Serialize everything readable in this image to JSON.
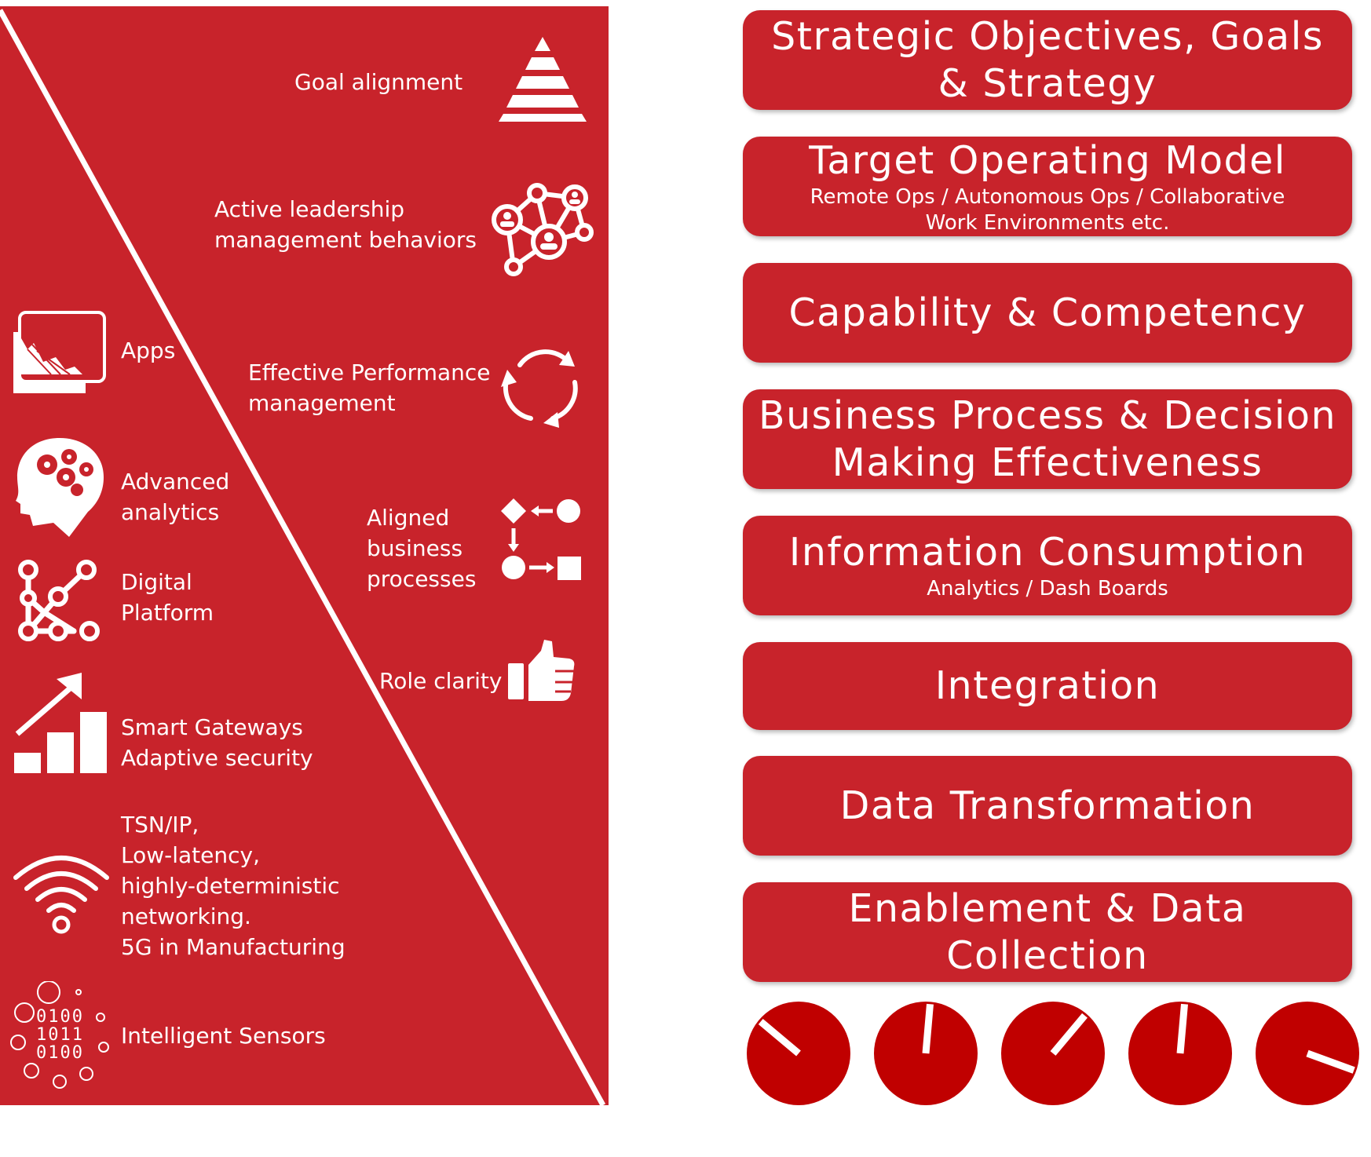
{
  "colors": {
    "panel": "#c8232b",
    "gauge": "#c00000",
    "text": "#ffffff"
  },
  "left_right_items": [
    {
      "label": "Goal alignment",
      "icon": "pyramid-icon"
    },
    {
      "label": "Active leadership\nmanagement  behaviors",
      "icon": "network-people-icon"
    },
    {
      "label": "Effective Performance\nmanagement",
      "icon": "cycle-arrows-icon"
    },
    {
      "label": "Aligned\nbusiness\nprocesses",
      "icon": "process-flow-icon"
    },
    {
      "label": "Role clarity",
      "icon": "thumbs-up-icon"
    }
  ],
  "left_left_items": [
    {
      "label": "Apps",
      "icon": "app-window-icon"
    },
    {
      "label": "Advanced\nanalytics",
      "icon": "brain-gears-icon"
    },
    {
      "label": "Digital\nPlatform",
      "icon": "nodes-graph-icon"
    },
    {
      "label": "Smart Gateways\nAdaptive security",
      "icon": "growth-chart-icon"
    },
    {
      "label": "TSN/IP,\nLow-latency,\nhighly-deterministic\nnetworking.\n5G in Manufacturing",
      "icon": "wifi-icon"
    },
    {
      "label": "Intelligent Sensors",
      "icon": "binary-sensor-icon"
    }
  ],
  "binary_lines": [
    "0100",
    "1011",
    "0100"
  ],
  "stack": [
    {
      "title": "Strategic Objectives, Goals\n& Strategy",
      "sub": ""
    },
    {
      "title": "Target Operating Model",
      "sub": "Remote Ops / Autonomous Ops / Collaborative\nWork Environments etc."
    },
    {
      "title": "Capability & Competency",
      "sub": ""
    },
    {
      "title": "Business Process & Decision\nMaking Effectiveness",
      "sub": ""
    },
    {
      "title": "Information Consumption",
      "sub": "Analytics / Dash Boards"
    },
    {
      "title": "Integration",
      "sub": ""
    },
    {
      "title": "Data Transformation",
      "sub": ""
    },
    {
      "title": "Enablement & Data\nCollection",
      "sub": ""
    }
  ],
  "gauges": [
    {
      "needle_deg": 310
    },
    {
      "needle_deg": 5
    },
    {
      "needle_deg": 40
    },
    {
      "needle_deg": 5
    },
    {
      "needle_deg": 110
    }
  ]
}
